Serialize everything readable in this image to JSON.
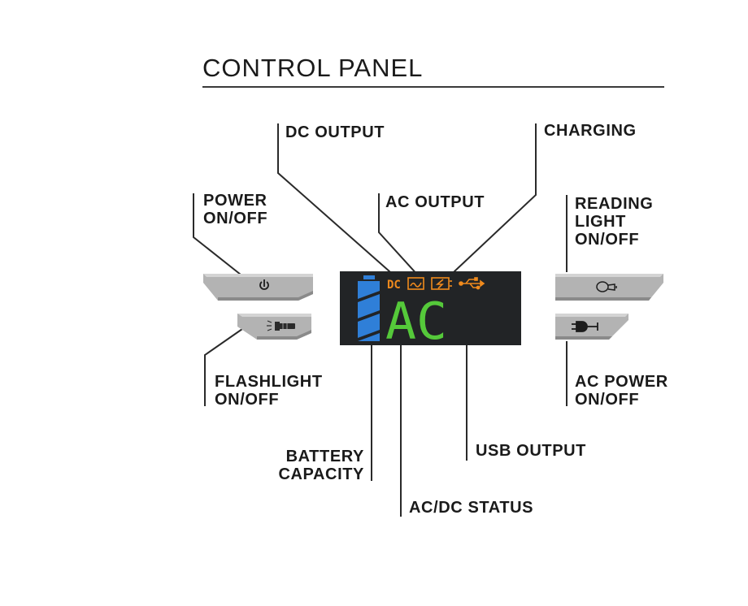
{
  "title": "CONTROL PANEL",
  "labels": {
    "dc_output": "DC OUTPUT",
    "charging": "CHARGING",
    "ac_output": "AC OUTPUT",
    "power_line1": "POWER",
    "power_line2": "ON/OFF",
    "reading_line1": "READING",
    "reading_line2": "LIGHT",
    "reading_line3": "ON/OFF",
    "flashlight_line1": "FLASHLIGHT",
    "flashlight_line2": "ON/OFF",
    "ac_power_line1": "AC POWER",
    "ac_power_line2": "ON/OFF",
    "battery_line1": "BATTERY",
    "battery_line2": "CAPACITY",
    "usb_output": "USB OUTPUT",
    "acdc_status": "AC/DC STATUS"
  },
  "display": {
    "dc_indicator": "DC",
    "status_readout": "AC"
  },
  "colors": {
    "display_bg": "#222426",
    "icon_orange": "#f08a1d",
    "status_green": "#55c93a",
    "battery_blue": "#2f7fd8",
    "button_gray": "#a8a8a8",
    "line_dark": "#2a2a2a"
  },
  "icons": {
    "power_button": "power-icon",
    "flashlight_button": "flashlight-icon",
    "reading_light_button": "lightbulb-icon",
    "ac_power_button": "plug-icon",
    "dc_output": "dc-output-icon",
    "ac_output": "ac-output-icon",
    "charging": "charging-icon",
    "usb_output": "usb-icon",
    "battery": "battery-icon"
  }
}
